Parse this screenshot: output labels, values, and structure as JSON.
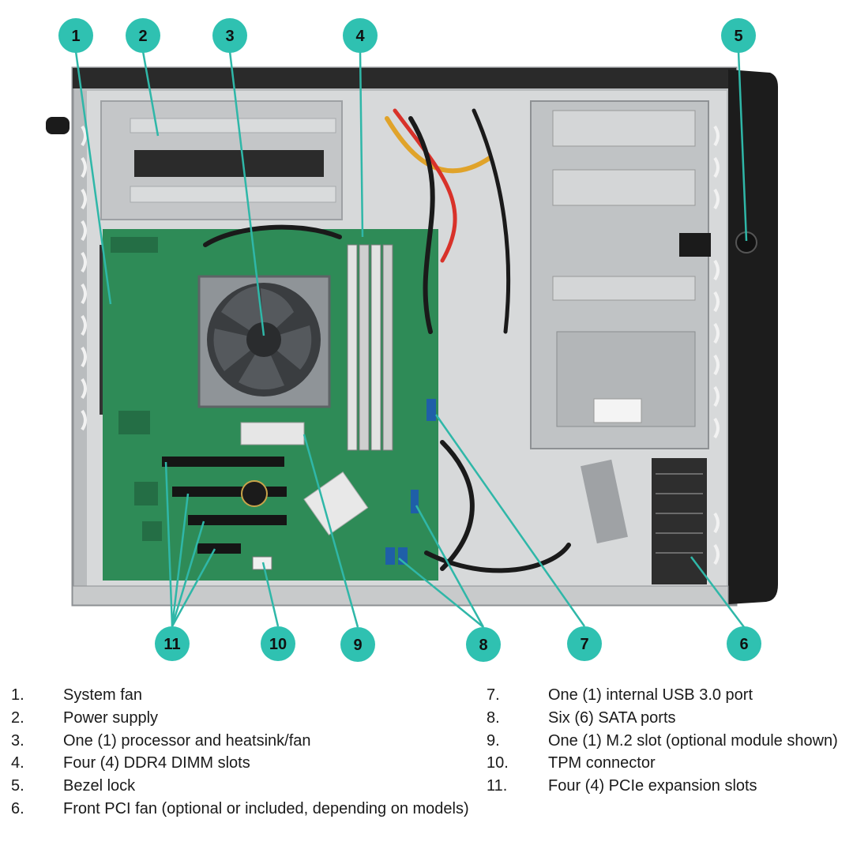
{
  "colors": {
    "callout_fill": "#2fc1b1",
    "callout_line": "#2fb7a8",
    "board_green": "#2e8b57",
    "chassis_gray": "#c9cbcc",
    "bezel_black": "#1c1c1c"
  },
  "callouts": [
    {
      "number": "1"
    },
    {
      "number": "2"
    },
    {
      "number": "3"
    },
    {
      "number": "4"
    },
    {
      "number": "5"
    },
    {
      "number": "6"
    },
    {
      "number": "7"
    },
    {
      "number": "8"
    },
    {
      "number": "9"
    },
    {
      "number": "10"
    },
    {
      "number": "11"
    }
  ],
  "legend": [
    {
      "num": "1.",
      "text": "System fan"
    },
    {
      "num": "2.",
      "text": "Power supply"
    },
    {
      "num": "3.",
      "text": "One (1) processor and heatsink/fan"
    },
    {
      "num": "4.",
      "text": "Four (4) DDR4 DIMM slots"
    },
    {
      "num": "5.",
      "text": "Bezel lock"
    },
    {
      "num": "6.",
      "text": "Front PCI fan (optional or included, depending on models)"
    },
    {
      "num": "7.",
      "text": "One (1) internal USB 3.0 port"
    },
    {
      "num": "8.",
      "text": "Six (6) SATA ports"
    },
    {
      "num": "9.",
      "text": "One (1) M.2 slot (optional module shown)"
    },
    {
      "num": "10.",
      "text": "TPM connector"
    },
    {
      "num": "11.",
      "text": "Four (4) PCIe expansion slots"
    }
  ]
}
